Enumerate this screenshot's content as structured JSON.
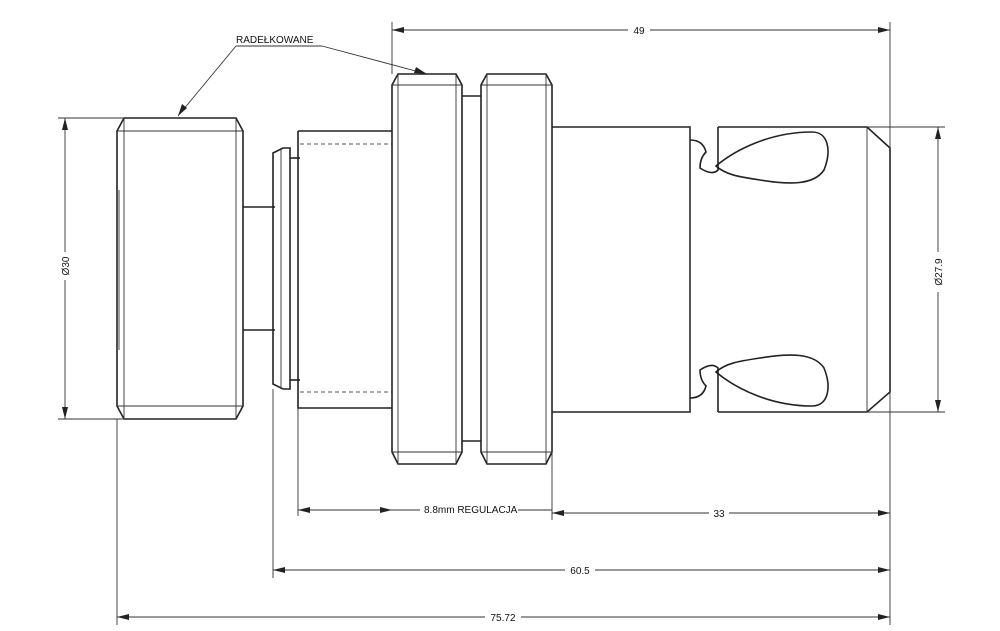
{
  "dimensions": {
    "d49": "49",
    "d33": "33",
    "d60_5": "60.5",
    "d75_72": "75.72",
    "regulation": "8.8mm REGULACJA",
    "dia_left": "Ø30",
    "dia_right": "Ø27.9"
  },
  "annotations": {
    "knurled": "RADEŁKOWANE"
  }
}
